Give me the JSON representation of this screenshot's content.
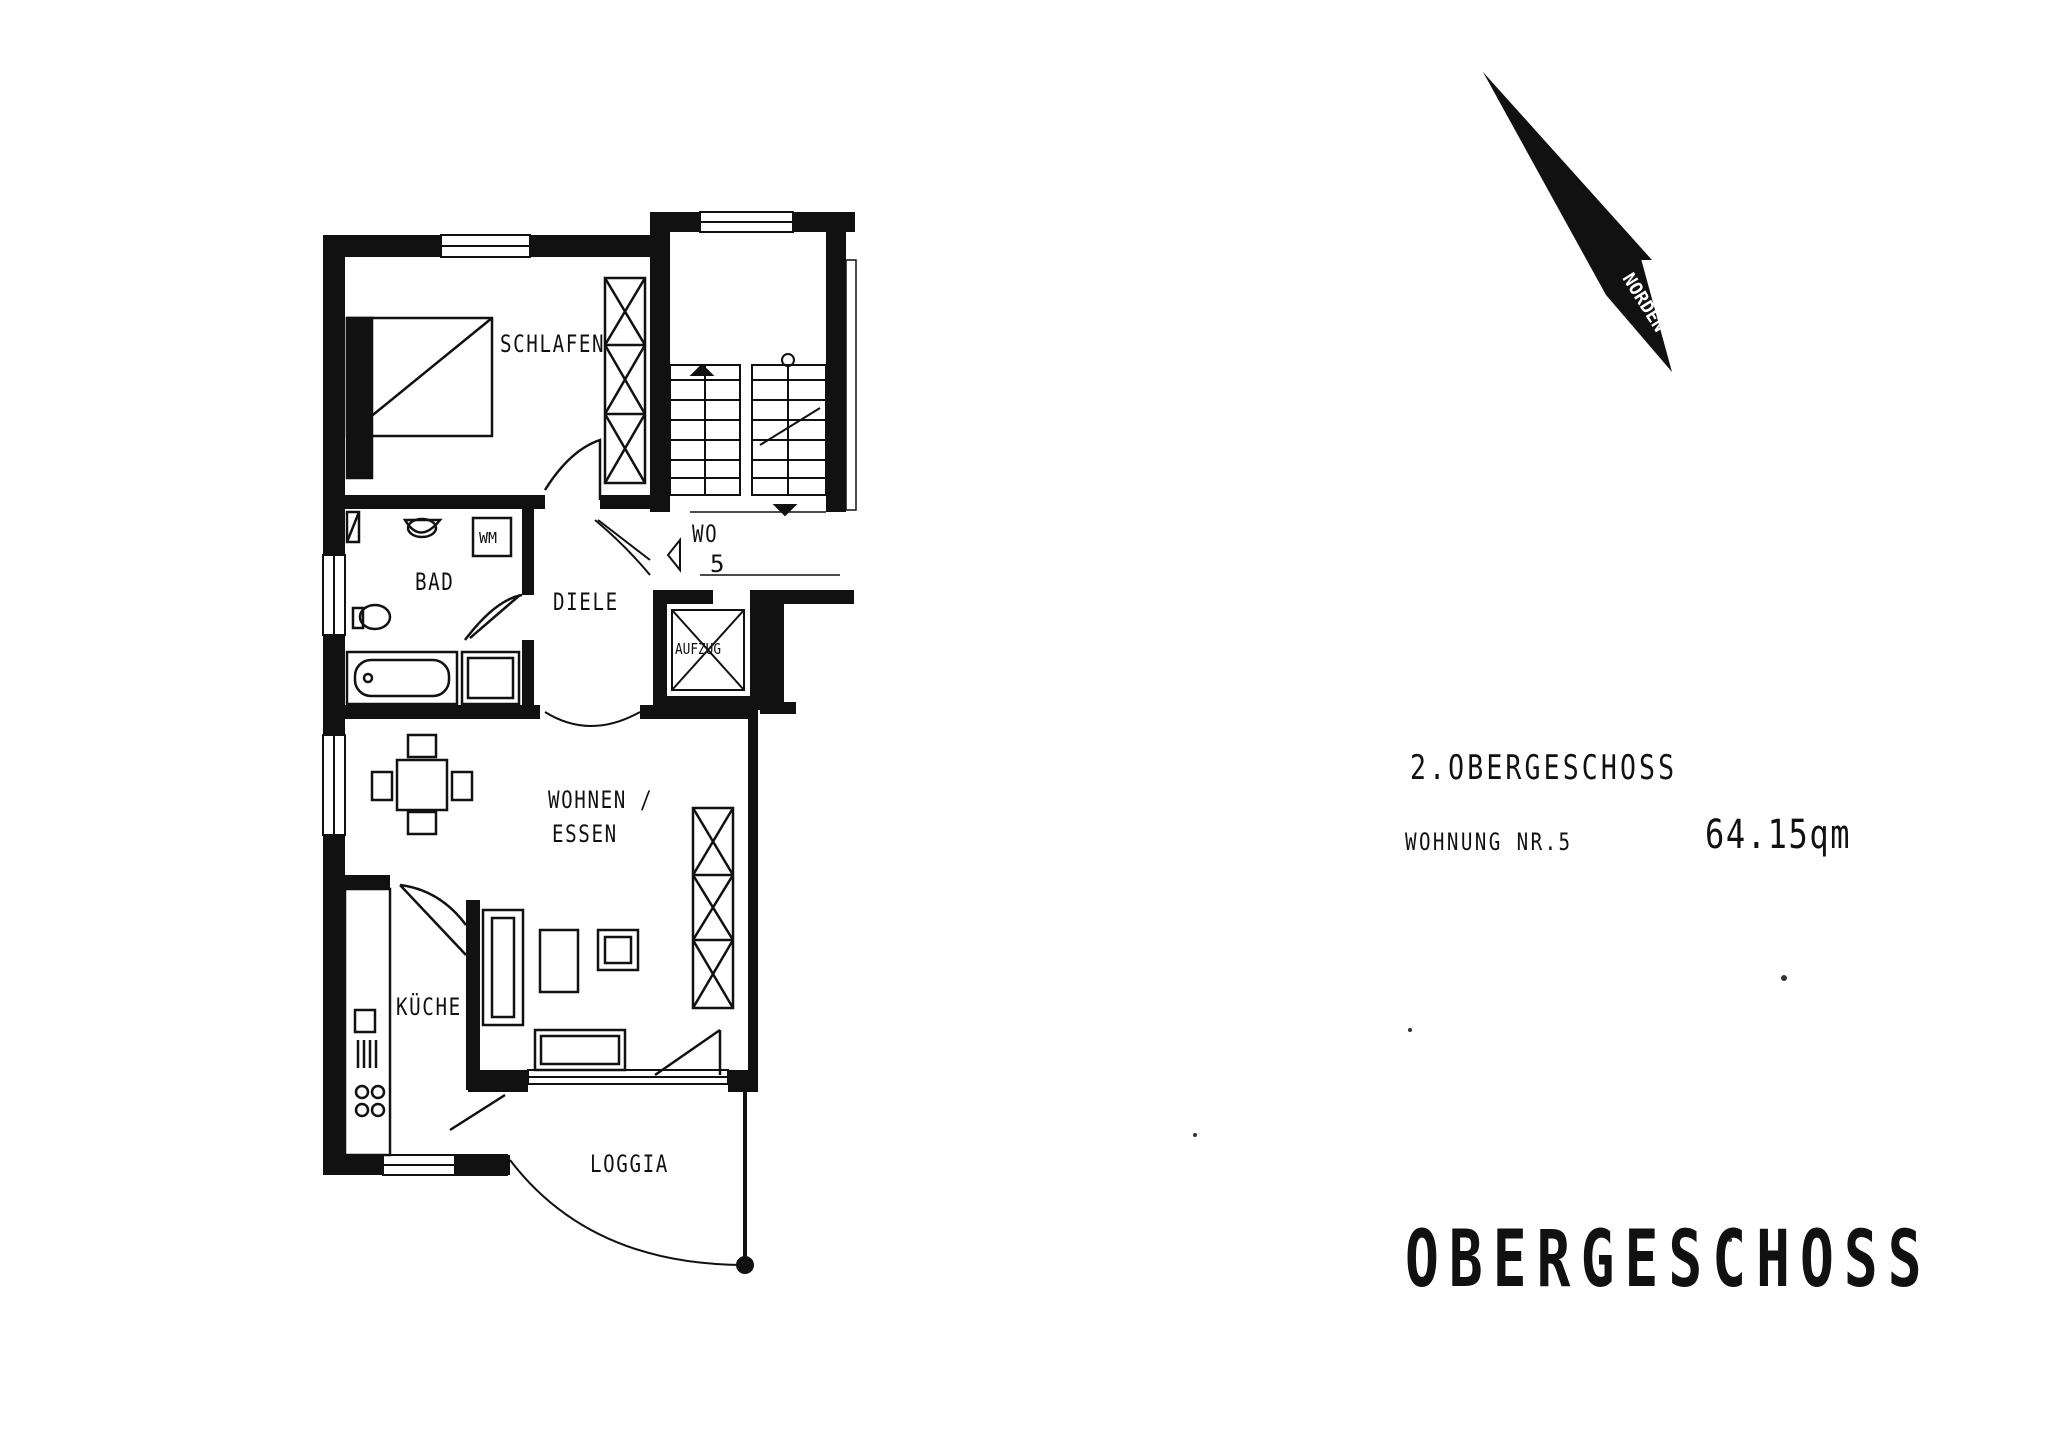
{
  "rooms": {
    "schlafen": "SCHLAFEN",
    "bad": "BAD",
    "wm": "WM",
    "diele": "DIELE",
    "wo_line1": "WO",
    "wo_line2": "5",
    "aufzug": "AUFZUG",
    "wohnen_line1": "WOHNEN /",
    "wohnen_line2": "ESSEN",
    "kueche": "KÜCHE",
    "loggia": "LOGGIA"
  },
  "north": {
    "label": "NORDEN"
  },
  "info": {
    "subtitle": "2.OBERGESCHOSS",
    "flat": "WOHNUNG  NR.5",
    "area": "64.15qm",
    "floor": "OBERGESCHOSS"
  }
}
